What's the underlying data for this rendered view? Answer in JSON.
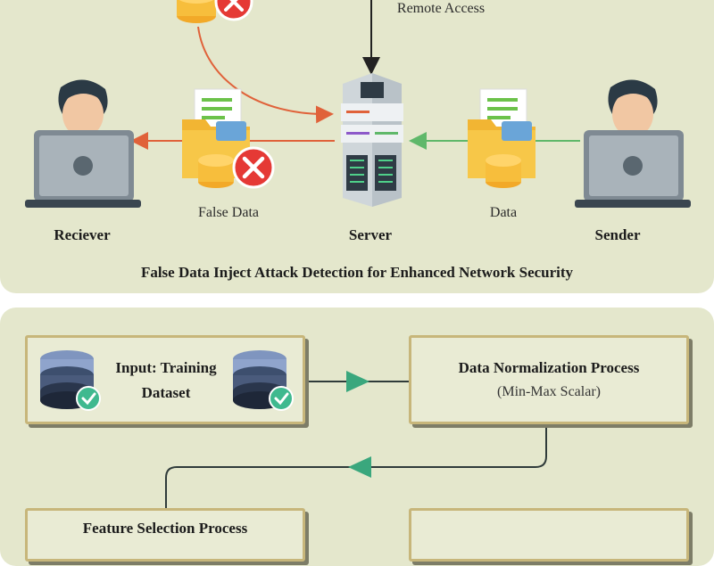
{
  "top_diagram": {
    "remote_access_label": "Remote Access",
    "false_data_label": "False Data",
    "data_label": "Data",
    "receiver_label": "Reciever",
    "server_label": "Server",
    "sender_label": "Sender",
    "title": "False Data Inject Attack Detection for Enhanced Network Security"
  },
  "flow": {
    "input_title_line1": "Input: Training",
    "input_title_line2": "Dataset",
    "normalization_title": "Data Normalization Process",
    "normalization_sub": "(Min-Max Scalar)",
    "feature_selection_title": "Feature Selection Process"
  },
  "colors": {
    "panel_bg": "#e4e7cc",
    "attack_arrow": "#e0623a",
    "data_arrow": "#5fb86a",
    "flow_connector": "#2f8f78",
    "reject_badge": "#e53935",
    "check_badge": "#3fb98f"
  }
}
